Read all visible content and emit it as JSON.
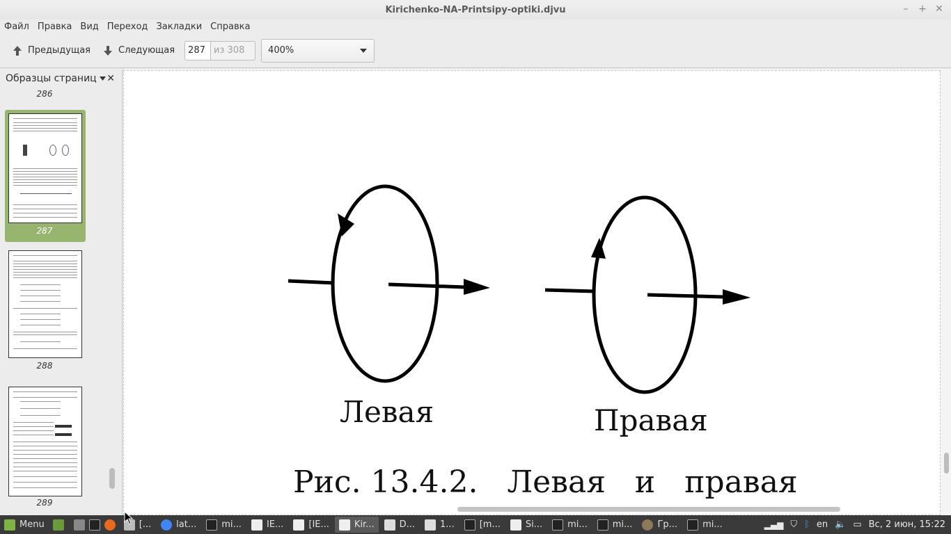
{
  "window": {
    "title": "Kirichenko-NA-Printsipy-optiki.djvu"
  },
  "menu": [
    "Файл",
    "Правка",
    "Вид",
    "Переход",
    "Закладки",
    "Справка"
  ],
  "toolbar": {
    "prev_label": "Предыдущая",
    "next_label": "Следующая",
    "page_current": "287",
    "page_total": "из 308",
    "zoom": "400%"
  },
  "sidebar": {
    "title": "Образцы страниц",
    "pages": [
      "286",
      "287",
      "288",
      "289"
    ],
    "selected": "287"
  },
  "document": {
    "label_left": "Левая",
    "label_right": "Правая",
    "caption": "Рис. 13.4.2.   Левая   и   правая"
  },
  "taskbar": {
    "menu_label": "Menu",
    "items": [
      "[...",
      "lat...",
      "mi...",
      "IE...",
      "[IE...",
      "Kir...",
      "D...",
      "1...",
      "[m...",
      "Si...",
      "mi...",
      "mi...",
      "Гр...",
      "mi..."
    ],
    "lang": "en",
    "clock": "Вс, 2 июн, 15:22"
  }
}
